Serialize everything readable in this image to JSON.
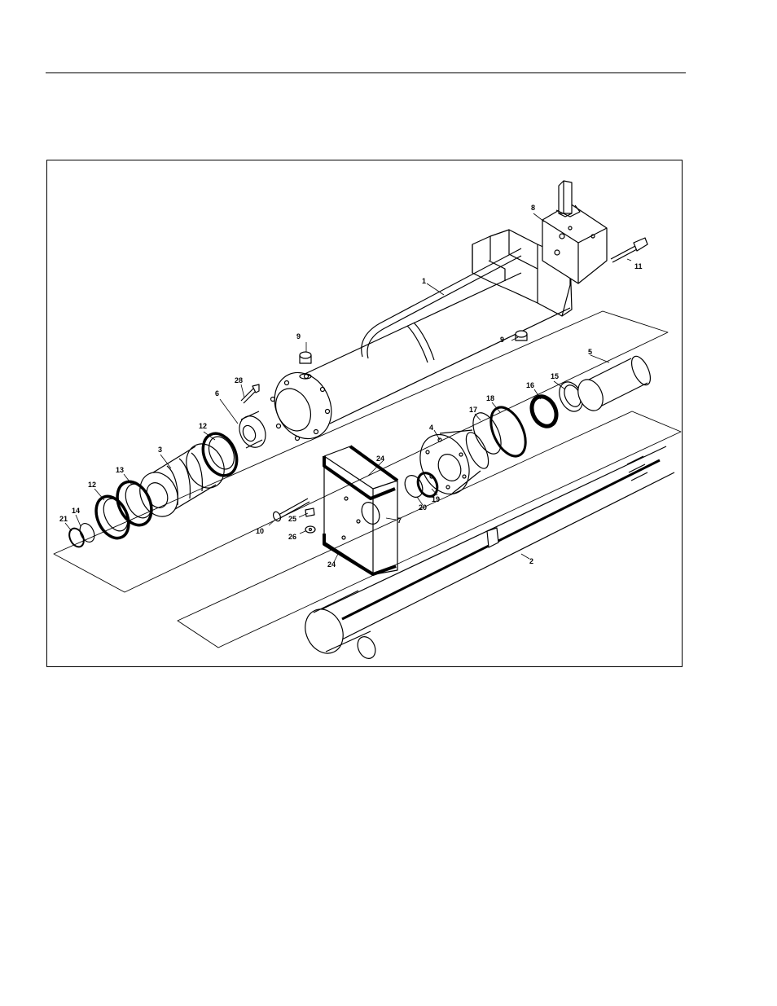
{
  "diagram": {
    "callouts": [
      {
        "id": "c1",
        "text": "1"
      },
      {
        "id": "c2",
        "text": "2"
      },
      {
        "id": "c3",
        "text": "3"
      },
      {
        "id": "c4",
        "text": "4"
      },
      {
        "id": "c5",
        "text": "5"
      },
      {
        "id": "c6",
        "text": "6"
      },
      {
        "id": "c7",
        "text": "7"
      },
      {
        "id": "c8",
        "text": "8"
      },
      {
        "id": "c9a",
        "text": "9"
      },
      {
        "id": "c9b",
        "text": "9"
      },
      {
        "id": "c10",
        "text": "10"
      },
      {
        "id": "c11",
        "text": "11"
      },
      {
        "id": "c12a",
        "text": "12"
      },
      {
        "id": "c12b",
        "text": "12"
      },
      {
        "id": "c13",
        "text": "13"
      },
      {
        "id": "c14",
        "text": "14"
      },
      {
        "id": "c15",
        "text": "15"
      },
      {
        "id": "c16",
        "text": "16"
      },
      {
        "id": "c17",
        "text": "17"
      },
      {
        "id": "c18",
        "text": "18"
      },
      {
        "id": "c19",
        "text": "19"
      },
      {
        "id": "c20",
        "text": "20"
      },
      {
        "id": "c21",
        "text": "21"
      },
      {
        "id": "c24a",
        "text": "24"
      },
      {
        "id": "c24b",
        "text": "24"
      },
      {
        "id": "c25",
        "text": "25"
      },
      {
        "id": "c26",
        "text": "26"
      },
      {
        "id": "c28",
        "text": "28"
      }
    ]
  }
}
